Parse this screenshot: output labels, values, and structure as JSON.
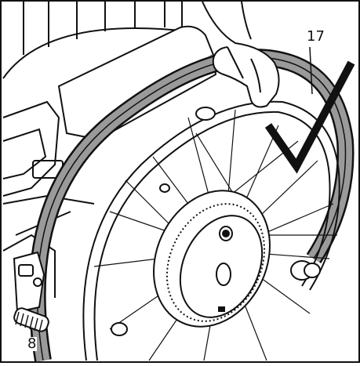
{
  "illustration": {
    "subject": "wheelchair-rear-wheel-handrim-detail",
    "callouts": {
      "handrim": "17",
      "lever": "8"
    },
    "mark": "checkmark",
    "colors": {
      "line": "#111111",
      "tire_gray": "#9a9a9a",
      "background": "#ffffff"
    }
  }
}
